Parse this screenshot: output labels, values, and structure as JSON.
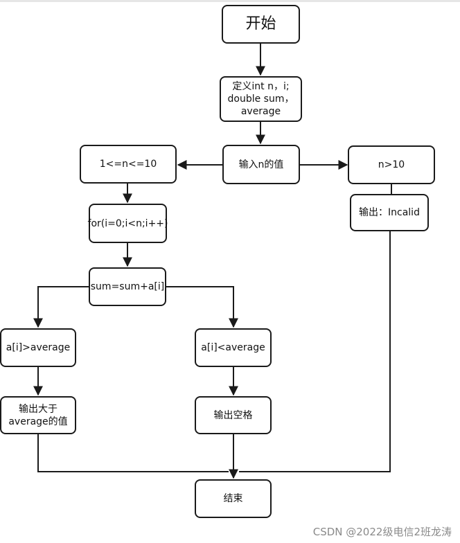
{
  "nodes": {
    "start": "开始",
    "define": "定义int n，i;\ndouble sum，\naverage",
    "input": "输入n的值",
    "range": "1<=n<=10",
    "too_big": "n>10",
    "invalid_output": "输出：Incalid",
    "for_loop": "for(i=0;i<n;i++)",
    "accumulate": "sum=sum+a[i]",
    "greater": "a[i]>average",
    "less": "a[i]<average",
    "print_greater": "输出大于\naverage的值",
    "print_space": "输出空格",
    "end": "结束"
  },
  "watermark": "CSDN @2022级电信2班龙涛",
  "colors": {
    "stroke": "#1a1a1a",
    "background": "#ffffff",
    "watermark": "#8a8a8a"
  }
}
